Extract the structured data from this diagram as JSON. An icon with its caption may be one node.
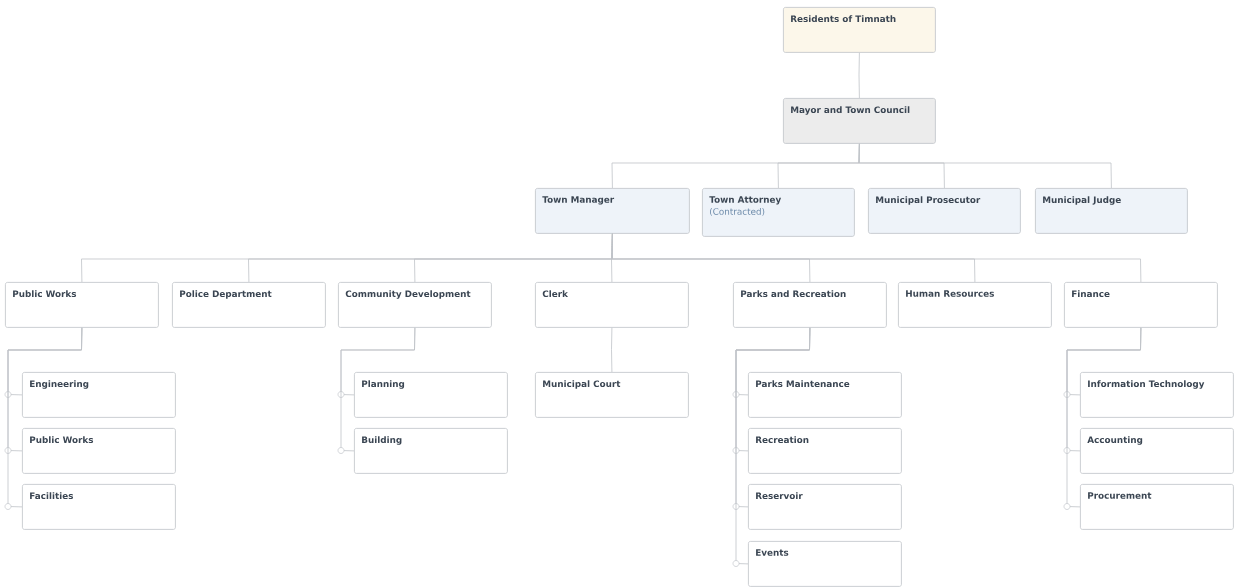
{
  "diagram": {
    "nodes": [
      {
        "text": [
          "Residents of Timnath"
        ]
      },
      {
        "text": [
          "Mayor and Town Council"
        ]
      },
      {
        "text": [
          "Town Manager"
        ]
      },
      {
        "text": [
          "Town Attorney",
          "(Contracted)"
        ]
      },
      {
        "text": [
          "Municipal Prosecutor"
        ]
      },
      {
        "text": [
          "Municipal Judge"
        ]
      },
      {
        "text": [
          "Public Works"
        ]
      },
      {
        "text": [
          "Police Department"
        ]
      },
      {
        "text": [
          "Community Development"
        ]
      },
      {
        "text": [
          "Clerk"
        ]
      },
      {
        "text": [
          "Parks and Recreation"
        ]
      },
      {
        "text": [
          "Human Resources"
        ]
      },
      {
        "text": [
          "Finance"
        ]
      },
      {
        "text": [
          "Engineering"
        ]
      },
      {
        "text": [
          "Public Works"
        ]
      },
      {
        "text": [
          "Facilities"
        ]
      },
      {
        "text": [
          "Planning"
        ]
      },
      {
        "text": [
          "Building"
        ]
      },
      {
        "text": [
          "Municipal Court"
        ]
      },
      {
        "text": [
          "Parks Maintenance"
        ]
      },
      {
        "text": [
          "Recreation"
        ]
      },
      {
        "text": [
          "Reservoir"
        ]
      },
      {
        "text": [
          "Events"
        ]
      },
      {
        "text": [
          "Information Technology"
        ]
      },
      {
        "text": [
          "Accounting"
        ]
      },
      {
        "text": [
          "Procurement"
        ]
      }
    ],
    "edges": [
      {
        "from": 0,
        "to": 1,
        "arrow": "none"
      },
      {
        "from": 1,
        "to": 2,
        "arrow": "none"
      },
      {
        "from": 1,
        "to": 3,
        "arrow": "none"
      },
      {
        "from": 1,
        "to": 4,
        "arrow": "none"
      },
      {
        "from": 1,
        "to": 5,
        "arrow": "none"
      },
      {
        "from": 2,
        "to": 6,
        "arrow": "none"
      },
      {
        "from": 2,
        "to": 7,
        "arrow": "none"
      },
      {
        "from": 2,
        "to": 8,
        "arrow": "none"
      },
      {
        "from": 2,
        "to": 9,
        "arrow": "none"
      },
      {
        "from": 2,
        "to": 10,
        "arrow": "none"
      },
      {
        "from": 2,
        "to": 11,
        "arrow": "none"
      },
      {
        "from": 2,
        "to": 12,
        "arrow": "none"
      },
      {
        "from": 6,
        "to": 13,
        "arrow": "none"
      },
      {
        "from": 6,
        "to": 14,
        "arrow": "none"
      },
      {
        "from": 6,
        "to": 15,
        "arrow": "none"
      },
      {
        "from": 8,
        "to": 16,
        "arrow": "none"
      },
      {
        "from": 8,
        "to": 17,
        "arrow": "none"
      },
      {
        "from": 9,
        "to": 18,
        "arrow": "none"
      },
      {
        "from": 10,
        "to": 19,
        "arrow": "none"
      },
      {
        "from": 10,
        "to": 20,
        "arrow": "none"
      },
      {
        "from": 10,
        "to": 21,
        "arrow": "none"
      },
      {
        "from": 10,
        "to": 22,
        "arrow": "none"
      },
      {
        "from": 12,
        "to": 23,
        "arrow": "none"
      },
      {
        "from": 12,
        "to": 24,
        "arrow": "none"
      },
      {
        "from": 12,
        "to": 25,
        "arrow": "none"
      }
    ]
  }
}
